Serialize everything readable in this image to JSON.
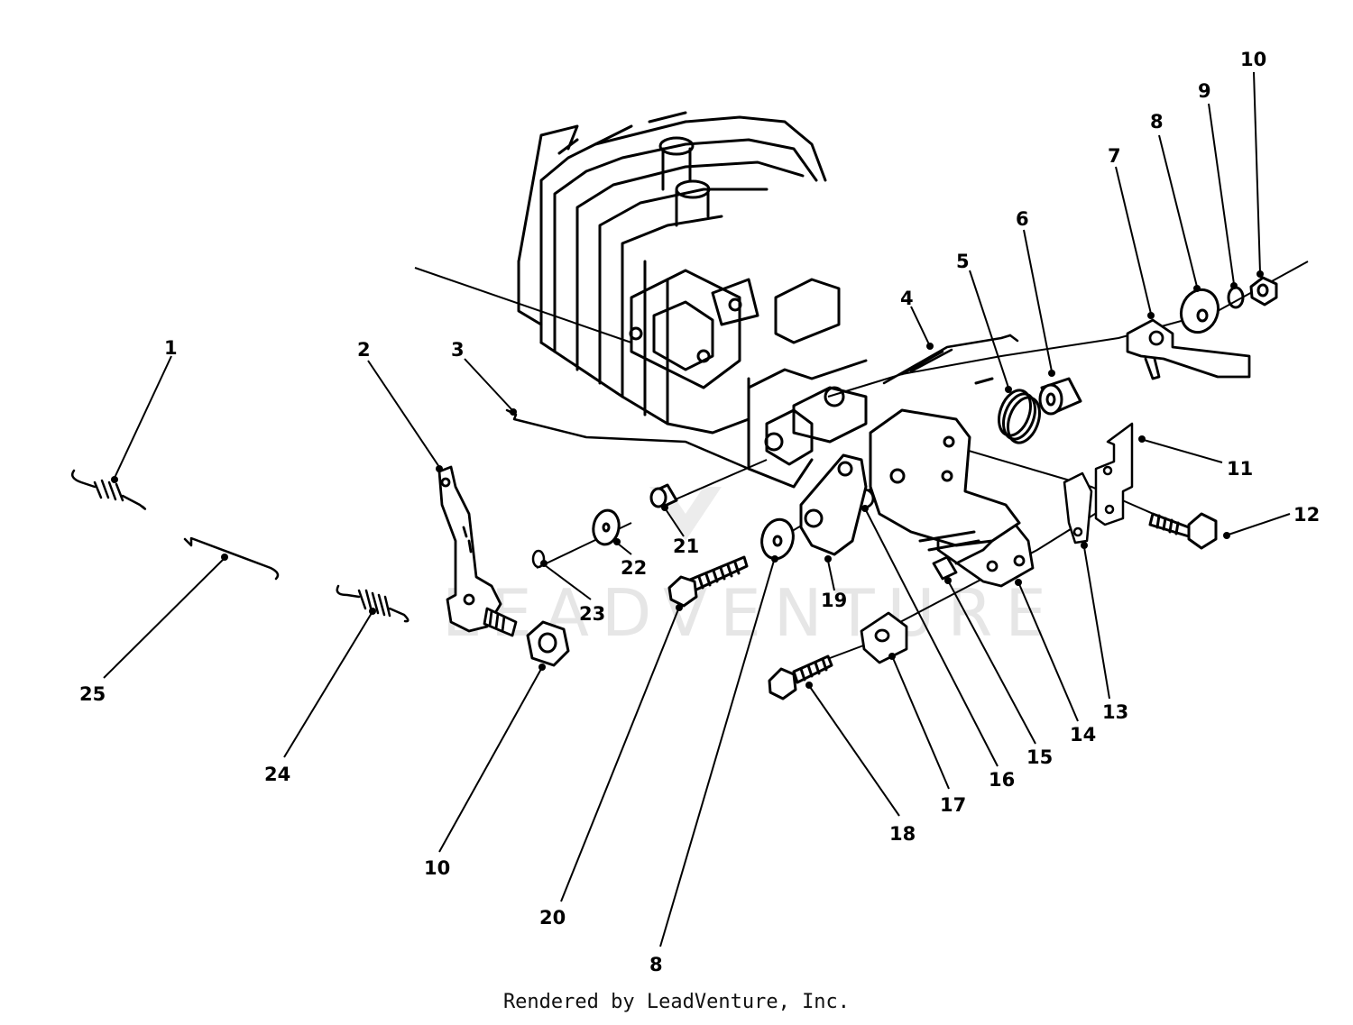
{
  "diagram": {
    "callouts": [
      "1",
      "2",
      "3",
      "4",
      "5",
      "6",
      "7",
      "8",
      "9",
      "10",
      "11",
      "12",
      "13",
      "14",
      "15",
      "16",
      "17",
      "18",
      "19",
      "20",
      "21",
      "22",
      "23",
      "24",
      "25",
      "10",
      "8"
    ],
    "watermark": "LEADVENTURE"
  },
  "footer": {
    "text": "Rendered by LeadVenture, Inc."
  }
}
